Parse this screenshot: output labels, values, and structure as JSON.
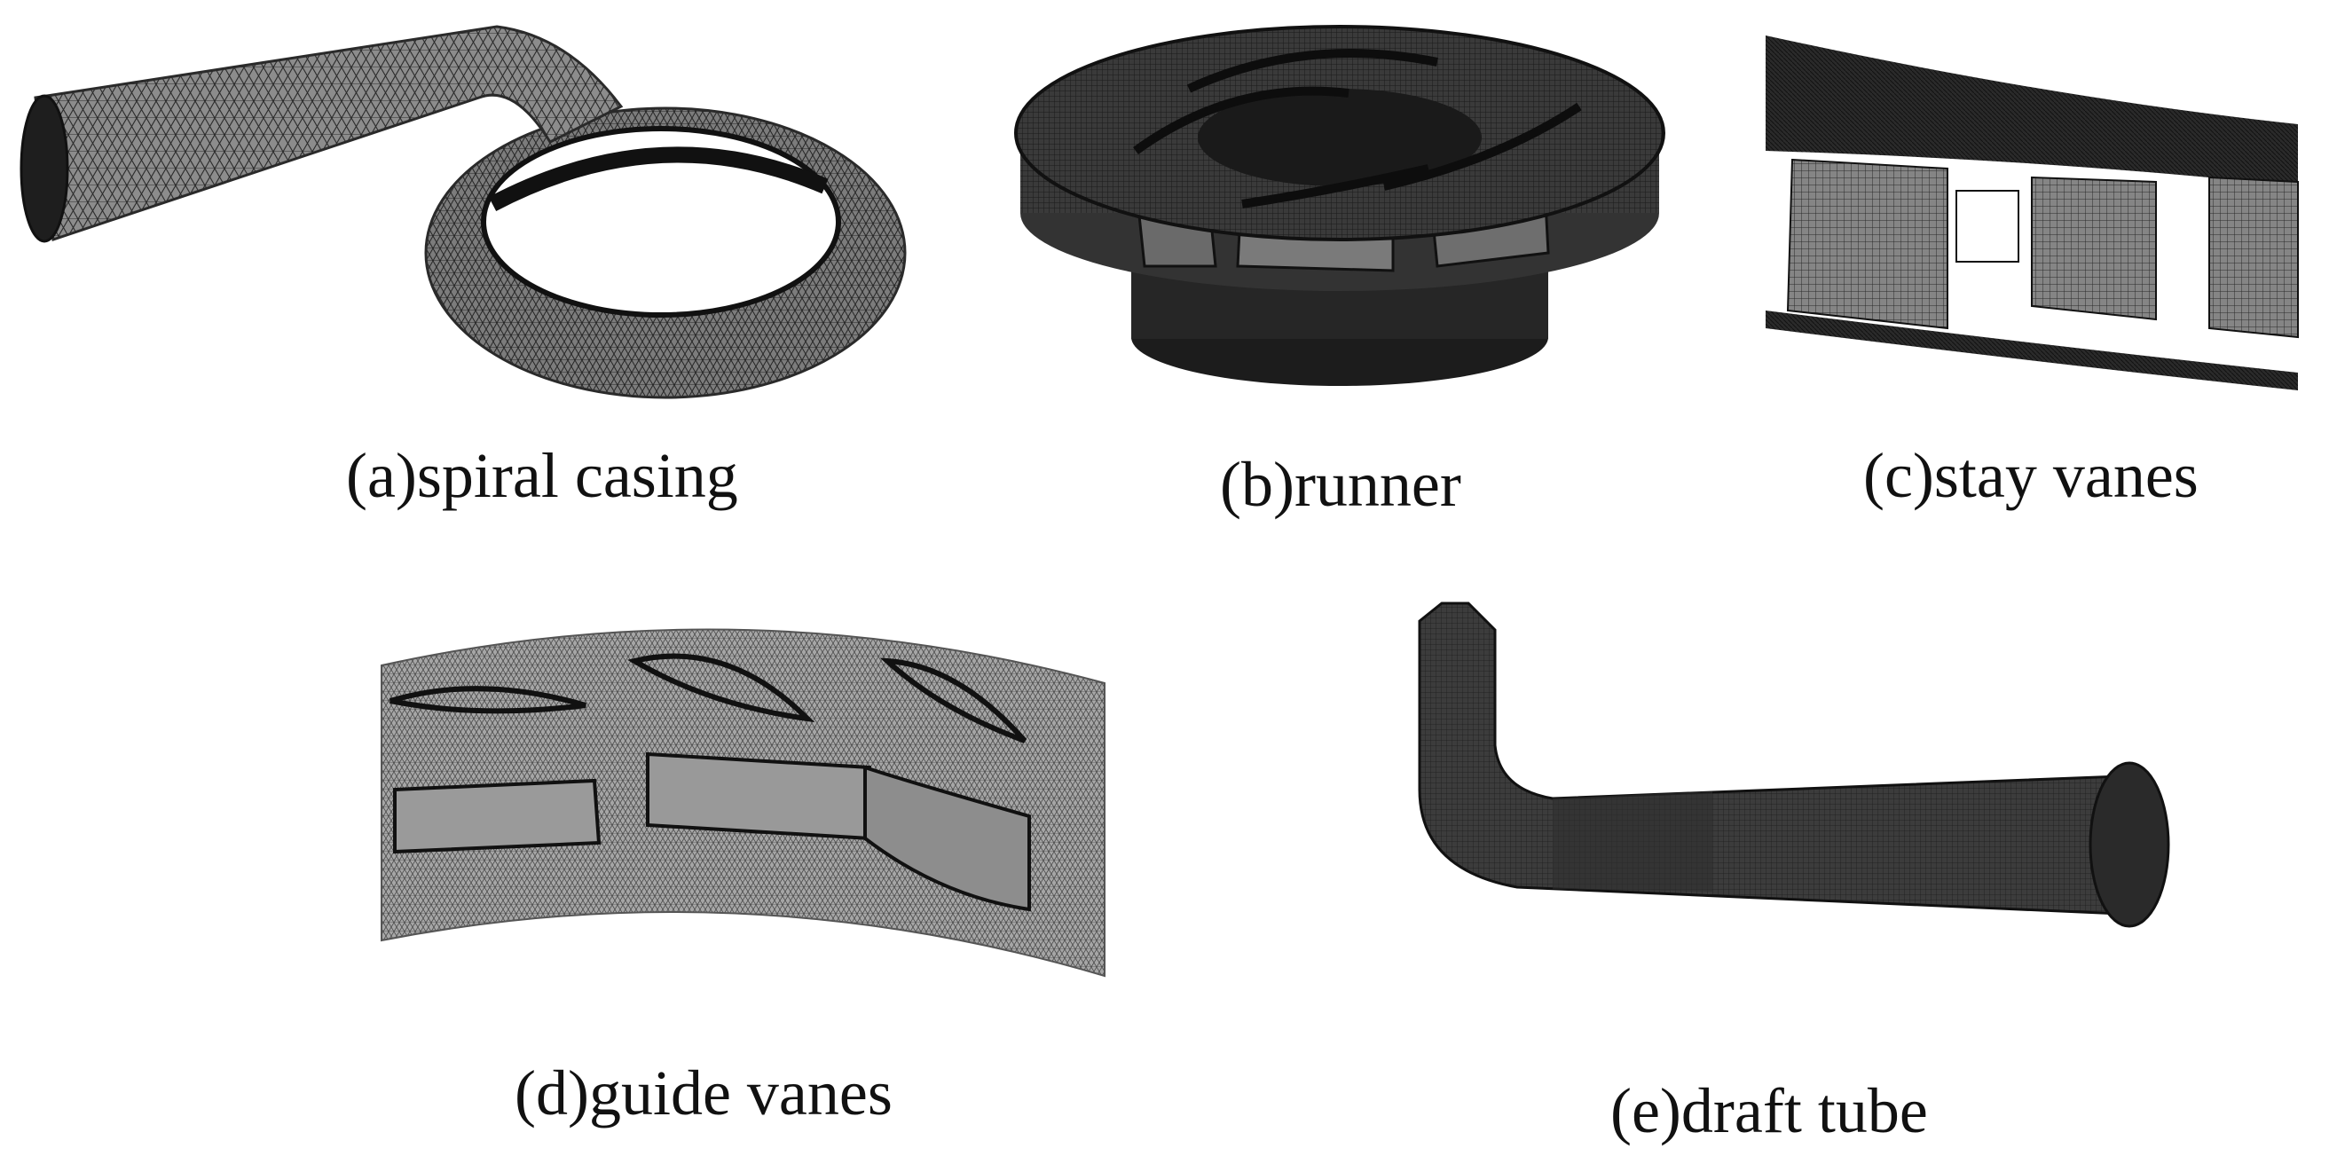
{
  "figure": {
    "panels": [
      {
        "id": "a",
        "caption": "(a)spiral casing"
      },
      {
        "id": "b",
        "caption": "(b)runner"
      },
      {
        "id": "c",
        "caption": "(c)stay vanes"
      },
      {
        "id": "d",
        "caption": "(d)guide vanes"
      },
      {
        "id": "e",
        "caption": "(e)draft tube"
      }
    ]
  },
  "colors": {
    "mesh_fill_light": "#8a8a8a",
    "mesh_fill_mid": "#5a5a5a",
    "mesh_fill_dark": "#2a2a2a",
    "mesh_line": "#222222",
    "caption_text": "#111111",
    "background": "#ffffff"
  }
}
